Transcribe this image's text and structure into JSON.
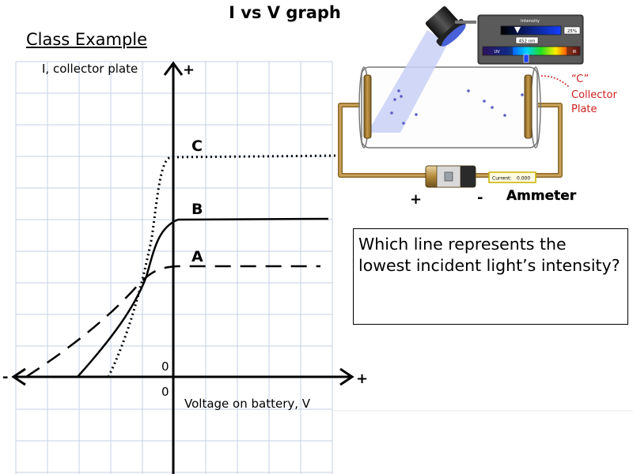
{
  "title": "I vs V graph",
  "subtitle": "Class Example",
  "graph": {
    "y_axis_label": "I, collector plate",
    "x_axis_label": "Voltage on battery, V",
    "y_plus": "+",
    "x_plus": "+",
    "x_minus": "-",
    "origin_y": "0",
    "origin_x": "0",
    "curve_labels": {
      "c": "C",
      "b": "B",
      "a": "A"
    }
  },
  "question": "Which line represents the lowest incident light’s intensity?",
  "apparatus": {
    "intensity_panel_title": "Intensity",
    "intensity_percent": "25%",
    "wavelength": "452 nm",
    "spectrum_left": "UV",
    "spectrum_right": "IR",
    "collector_quote": "“C”",
    "collector_line1": "Collector",
    "collector_line2": "Plate",
    "ammeter_label": "Ammeter",
    "current_label": "Current:",
    "current_value": "0.000",
    "battery_plus": "+",
    "battery_minus": "-"
  },
  "colors": {
    "grid": "#c6d2e4",
    "wire": "#b8893a",
    "beam": "#c9d1f6",
    "collector_label": "#cc1f1f",
    "electron": "#5a5fc2"
  }
}
